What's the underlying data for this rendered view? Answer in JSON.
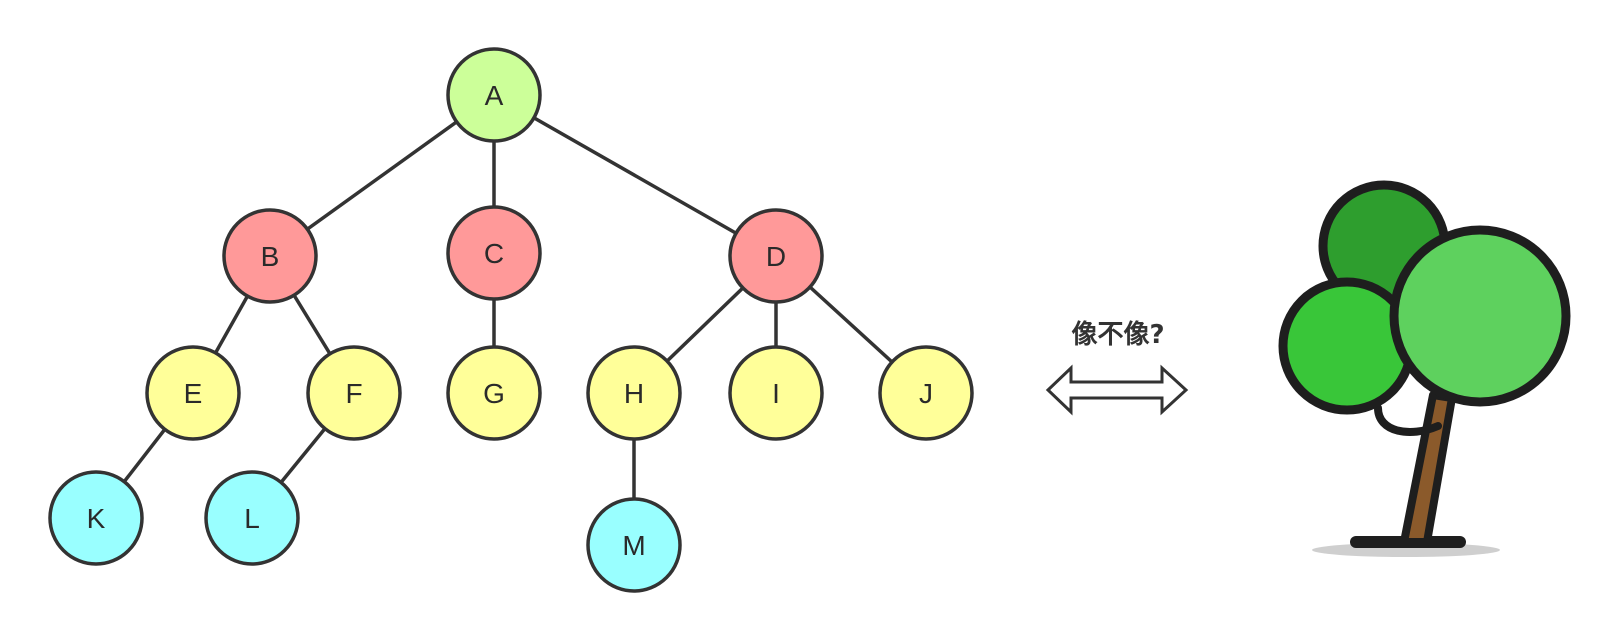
{
  "diagram": {
    "nodes": [
      {
        "id": "A",
        "label": "A",
        "level": 0
      },
      {
        "id": "B",
        "label": "B",
        "level": 1
      },
      {
        "id": "C",
        "label": "C",
        "level": 1
      },
      {
        "id": "D",
        "label": "D",
        "level": 1
      },
      {
        "id": "E",
        "label": "E",
        "level": 2
      },
      {
        "id": "F",
        "label": "F",
        "level": 2
      },
      {
        "id": "G",
        "label": "G",
        "level": 2
      },
      {
        "id": "H",
        "label": "H",
        "level": 2
      },
      {
        "id": "I",
        "label": "I",
        "level": 2
      },
      {
        "id": "J",
        "label": "J",
        "level": 2
      },
      {
        "id": "K",
        "label": "K",
        "level": 3
      },
      {
        "id": "L",
        "label": "L",
        "level": 3
      },
      {
        "id": "M",
        "label": "M",
        "level": 3
      }
    ],
    "edges": [
      [
        "A",
        "B"
      ],
      [
        "A",
        "C"
      ],
      [
        "A",
        "D"
      ],
      [
        "B",
        "E"
      ],
      [
        "B",
        "F"
      ],
      [
        "C",
        "G"
      ],
      [
        "D",
        "H"
      ],
      [
        "D",
        "I"
      ],
      [
        "D",
        "J"
      ],
      [
        "E",
        "K"
      ],
      [
        "F",
        "L"
      ],
      [
        "H",
        "M"
      ]
    ],
    "level_colors": [
      "#ccff99",
      "#ff9999",
      "#ffff99",
      "#99ffff"
    ],
    "stroke_color": "#333333",
    "caption": "像不像?",
    "arrow_icon": "double-headed-arrow",
    "tree_icon": "tree-icon",
    "tree_colors": {
      "dark_canopy": "#2e9e2e",
      "left_canopy": "#39c639",
      "right_canopy": "#5ed15e",
      "trunk": "#8b5a2b",
      "outline": "#1e1e1e"
    }
  }
}
